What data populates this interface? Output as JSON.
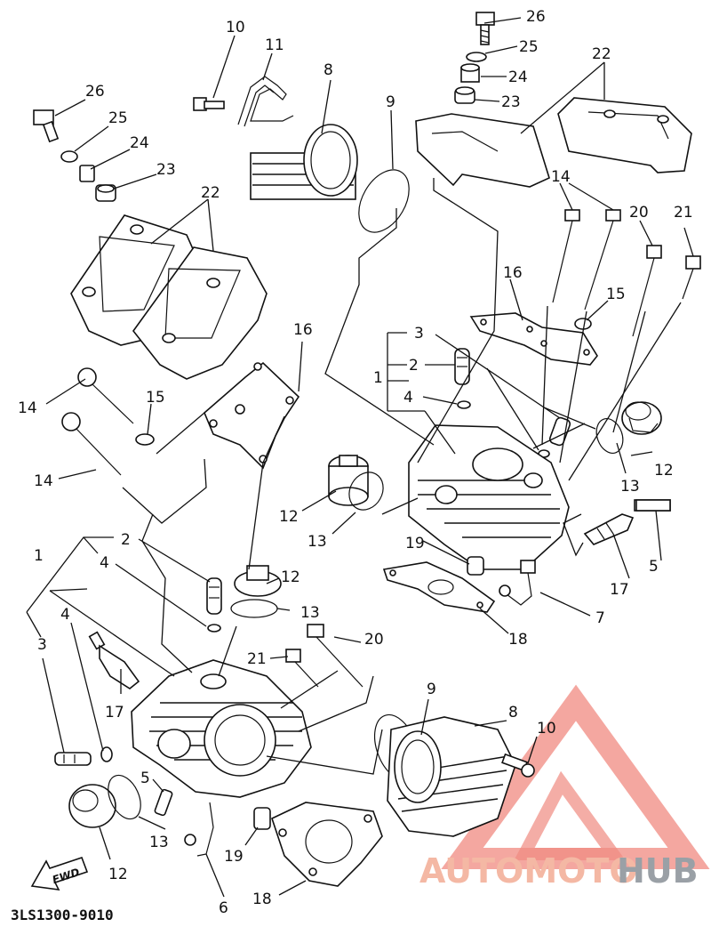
{
  "diagram": {
    "part_code": "3LS1300-9010",
    "fwd_label": "FWD",
    "callouts": {
      "c1a": "1",
      "c1b": "1",
      "c2a": "2",
      "c2b": "2",
      "c3a": "3",
      "c3b": "3",
      "c4a": "4",
      "c4b": "4",
      "c4c": "4",
      "c5a": "5",
      "c5b": "5",
      "c6": "6",
      "c7": "7",
      "c8a": "8",
      "c8b": "8",
      "c9a": "9",
      "c9b": "9",
      "c10a": "10",
      "c10b": "10",
      "c11": "11",
      "c12a": "12",
      "c12b": "12",
      "c12c": "12",
      "c12d": "12",
      "c13a": "13",
      "c13b": "13",
      "c13c": "13",
      "c13d": "13",
      "c14a": "14",
      "c14b": "14",
      "c14c": "14",
      "c15a": "15",
      "c15b": "15",
      "c16a": "16",
      "c16b": "16",
      "c17a": "17",
      "c17b": "17",
      "c18a": "18",
      "c18b": "18",
      "c19a": "19",
      "c19b": "19",
      "c20a": "20",
      "c20b": "20",
      "c21a": "21",
      "c21b": "21",
      "c22a": "22",
      "c22b": "22",
      "c23a": "23",
      "c23b": "23",
      "c24a": "24",
      "c24b": "24",
      "c25a": "25",
      "c25b": "25",
      "c26a": "26",
      "c26b": "26"
    }
  },
  "watermark": {
    "part1": "AUTOMOTO",
    "part2": "HUB",
    "color1": "#f4b8a4",
    "color2": "#9aa0a6",
    "triangle_color": "#f08a80"
  }
}
